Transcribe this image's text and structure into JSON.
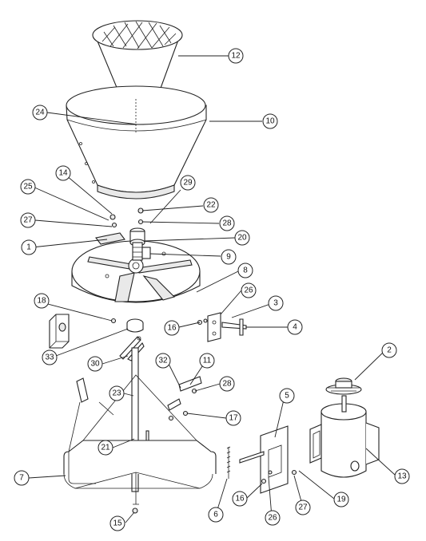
{
  "callouts": [
    {
      "number": "12"
    },
    {
      "number": "10"
    },
    {
      "number": "24"
    },
    {
      "number": "14"
    },
    {
      "number": "29"
    },
    {
      "number": "25"
    },
    {
      "number": "22"
    },
    {
      "number": "27"
    },
    {
      "number": "28"
    },
    {
      "number": "20"
    },
    {
      "number": "1"
    },
    {
      "number": "9"
    },
    {
      "number": "8"
    },
    {
      "number": "26"
    },
    {
      "number": "18"
    },
    {
      "number": "3"
    },
    {
      "number": "16"
    },
    {
      "number": "4"
    },
    {
      "number": "33"
    },
    {
      "number": "2"
    },
    {
      "number": "30"
    },
    {
      "number": "32"
    },
    {
      "number": "11"
    },
    {
      "number": "28"
    },
    {
      "number": "23"
    },
    {
      "number": "17"
    },
    {
      "number": "5"
    },
    {
      "number": "21"
    },
    {
      "number": "13"
    },
    {
      "number": "7"
    },
    {
      "number": "16"
    },
    {
      "number": "27"
    },
    {
      "number": "19"
    },
    {
      "number": "6"
    },
    {
      "number": "26"
    },
    {
      "number": "15"
    }
  ]
}
